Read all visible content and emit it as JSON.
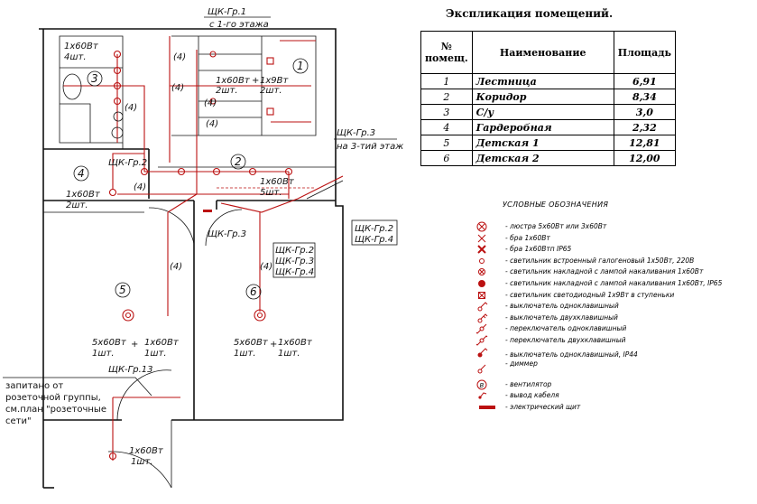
{
  "plan": {
    "rooms": [
      "1",
      "2",
      "3",
      "4",
      "5",
      "6"
    ],
    "panel_labels": {
      "gr1": "ЩК-Гр.1",
      "gr1_note": "с 1-го этажа",
      "gr3": "ЩК-Гр.3",
      "gr3_note": "на 3-тий этаж",
      "gr2_a": "ЩК-Гр.2",
      "gr3_b": "ЩК-Гр.3",
      "gr2_b": "ЩК-Гр.2",
      "gr3_c": "ЩК-Гр.3",
      "gr4_c": "ЩК-Гр.4",
      "gr2_d": "ЩК-Гр.2",
      "gr4_d": "ЩК-Гр.4",
      "gr13": "ЩК-Гр.13"
    },
    "lamp_notes": {
      "bath_top": "1х60Вт",
      "bath_bot": "4шт.",
      "stair_a_top": "1х60Вт",
      "stair_a_bot": "2шт.",
      "stair_b_top": "1х9Вт",
      "stair_b_bot": "2шт.",
      "r4_top": "1х60Вт",
      "r4_bot": "2шт.",
      "corr_top": "1х60Вт",
      "corr_bot": "5шт.",
      "r5_a_top": "5х60Вт",
      "r5_a_bot": "1шт.",
      "r5_b_top": "1х60Вт",
      "r5_b_bot": "1шт.",
      "r6_a_top": "5х60Вт",
      "r6_a_bot": "1шт.",
      "r6_b_top": "1х60Вт",
      "r6_b_bot": "1шт.",
      "entry_top": "1х60Вт",
      "entry_bot": "1шт.",
      "plus": "+"
    },
    "wire_mark": "(4)",
    "note": [
      "запитано от",
      "розеточной группы,",
      "см.план \"розеточные",
      "сети\""
    ]
  },
  "explication": {
    "title": "Экспликация помещений.",
    "headers": {
      "num": "№ помещ.",
      "name": "Наименование",
      "area": "Площадь"
    },
    "rows": [
      {
        "n": "1",
        "name": "Лестница",
        "area": "6,91"
      },
      {
        "n": "2",
        "name": "Коридор",
        "area": "8,34"
      },
      {
        "n": "3",
        "name": "С/у",
        "area": "3,0"
      },
      {
        "n": "4",
        "name": "Гардеробная",
        "area": "2,32"
      },
      {
        "n": "5",
        "name": "Детская 1",
        "area": "12,81"
      },
      {
        "n": "6",
        "name": "Детская 2",
        "area": "12,00"
      }
    ]
  },
  "legend": {
    "title": "УСЛОВНЫЕ ОБОЗНАЧЕНИЯ",
    "items": [
      {
        "icon": "chandelier-icon",
        "text": "- люстра 5х60Вт или 3х60Вт"
      },
      {
        "icon": "sconce-icon",
        "text": "- бра 1х60Вт"
      },
      {
        "icon": "sconce-ip65-icon",
        "text": "- бра 1х60Втп IP65"
      },
      {
        "icon": "recessed-light-icon",
        "text": "- светильник встроенный галогеновый 1х50Вт, 220В"
      },
      {
        "icon": "surface-light-icon",
        "text": "- светильник накладной с лампой накаливания 1х60Вт"
      },
      {
        "icon": "surface-light-ip65-icon",
        "text": "- светильник накладной с лампой накаливания 1х60Вт, IP65"
      },
      {
        "icon": "led-step-light-icon",
        "text": "- светильник светодиодный 1х9Вт в ступеньки"
      },
      {
        "icon": "switch-single-icon",
        "text": "- выключатель одноклавишный"
      },
      {
        "icon": "switch-double-icon",
        "text": "- выключатель двухклавишный"
      },
      {
        "icon": "toggle-single-icon",
        "text": "- переключатель одноклавишный"
      },
      {
        "icon": "toggle-double-icon",
        "text": "- переключатель двухклавишный"
      },
      {
        "icon": "switch-ip44-icon",
        "text": "- выключатель одноклавишный, IP44"
      },
      {
        "icon": "dimmer-icon",
        "text": "- диммер"
      },
      {
        "icon": "fan-icon",
        "text": "- вентилятор"
      },
      {
        "icon": "cable-outlet-icon",
        "text": "- вывод кабеля"
      },
      {
        "icon": "panel-icon",
        "text": "- электрический щит"
      }
    ]
  }
}
